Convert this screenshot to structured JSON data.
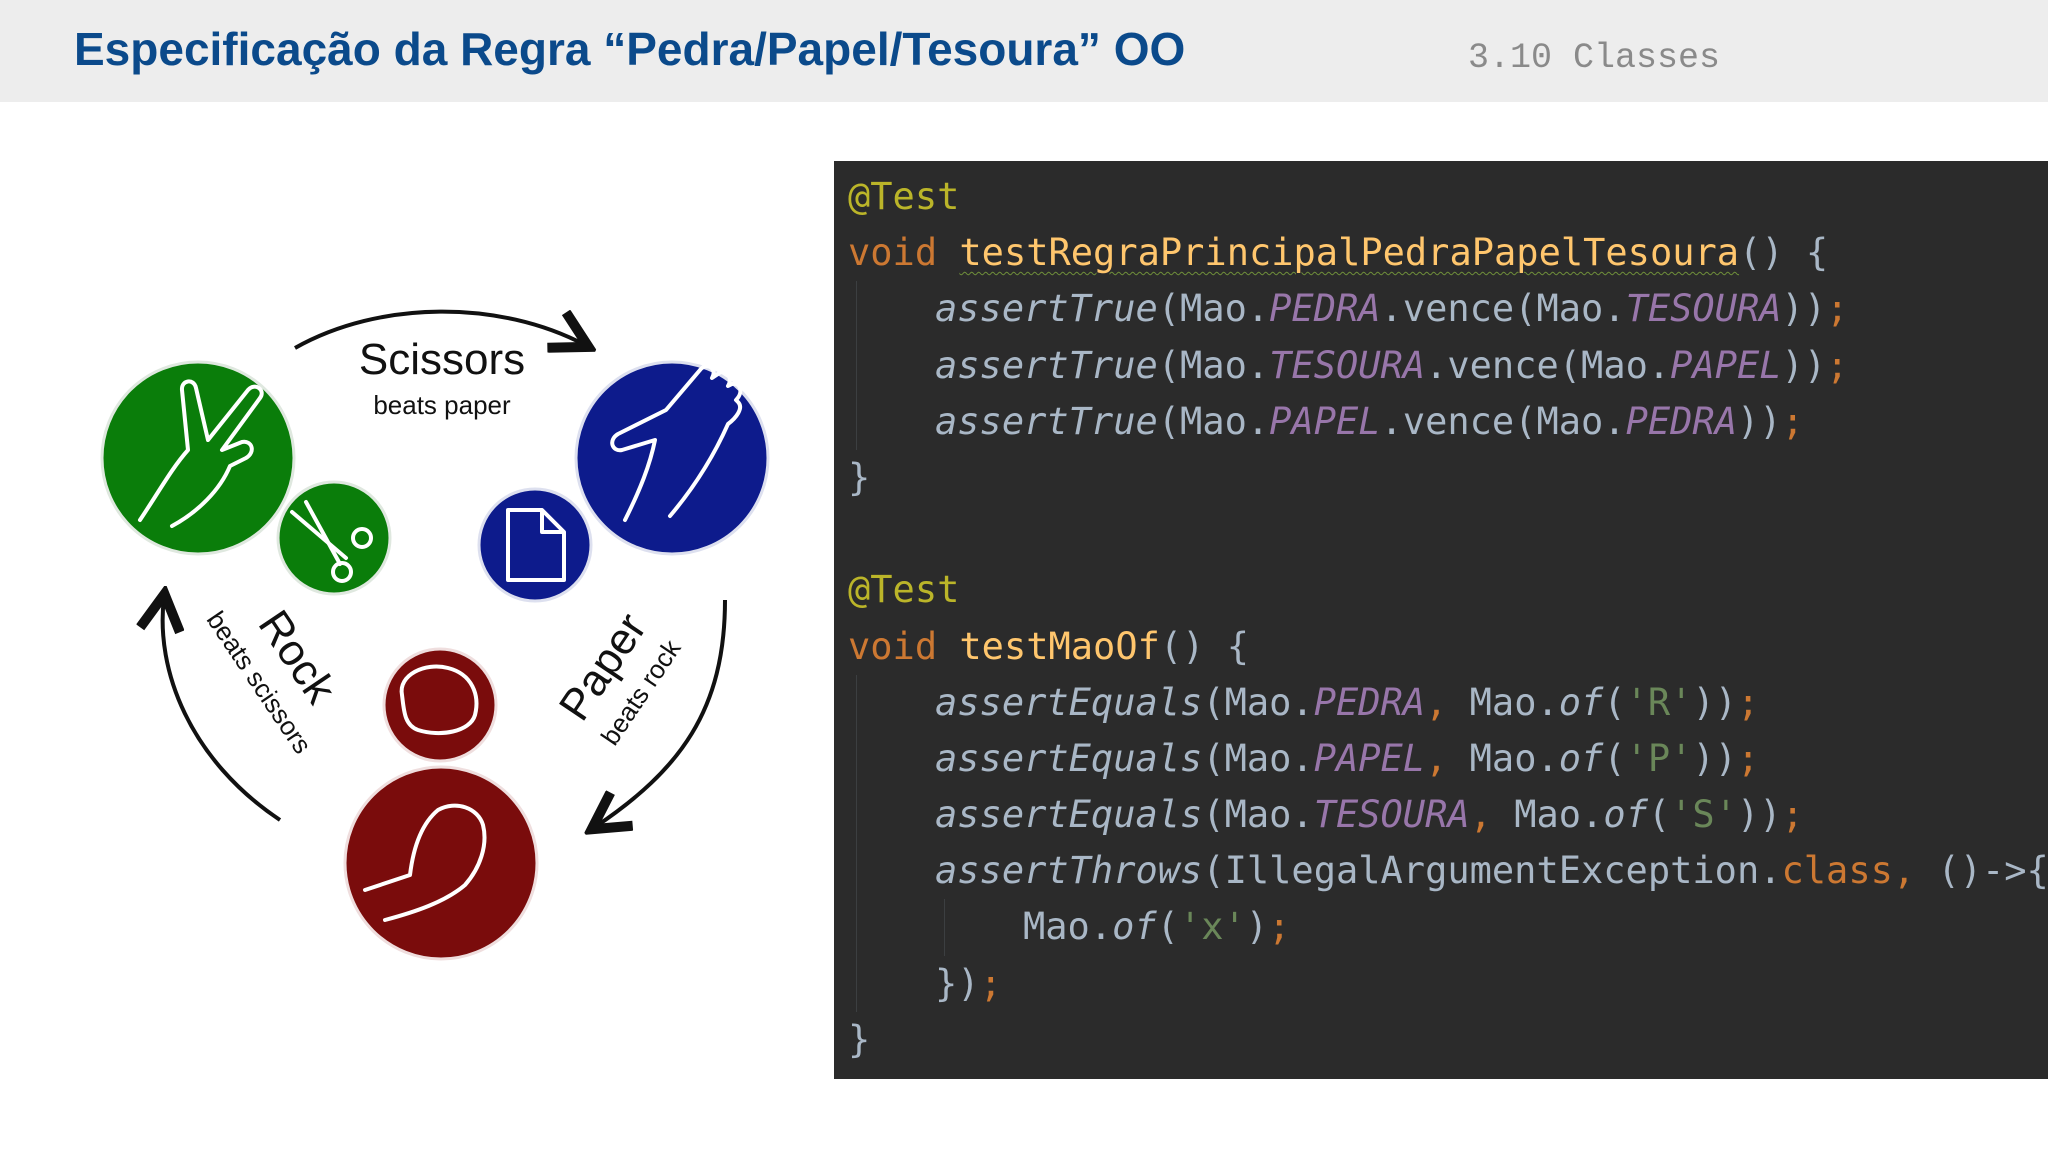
{
  "header": {
    "title": "Especificação da Regra “Pedra/Papel/Tesoura” OO",
    "section": "3.10 Classes"
  },
  "diagram": {
    "scissors": {
      "name": "Scissors",
      "desc": "beats paper"
    },
    "rock": {
      "name": "Rock",
      "desc": "beats scissors"
    },
    "paper": {
      "name": "Paper",
      "desc": "beats rock"
    },
    "colors": {
      "scissors": "#0a7d0a",
      "paper": "#0d1b8c",
      "rock": "#7a0c0c"
    }
  },
  "code": {
    "annotation": "@Test",
    "void_kw": "void",
    "method1": "testRegraPrincipalPedraPapelTesoura",
    "method2": "testMaoOf",
    "open_body": "() {",
    "close_brace": "}",
    "assert_true": "assertTrue",
    "assert_equals": "assertEquals",
    "assert_throws": "assertThrows",
    "mao": "Mao",
    "vence": "vence",
    "of_method": "of",
    "pedra": "PEDRA",
    "papel": "PAPEL",
    "tesoura": "TESOURA",
    "char_r": "'R'",
    "char_p": "'P'",
    "char_s": "'S'",
    "char_x": "'x'",
    "exception_class": "IllegalArgumentException",
    "class_kw": "class",
    "lambda_open": "()->{",
    "lambda_close": "})",
    "semicolon": ";"
  }
}
